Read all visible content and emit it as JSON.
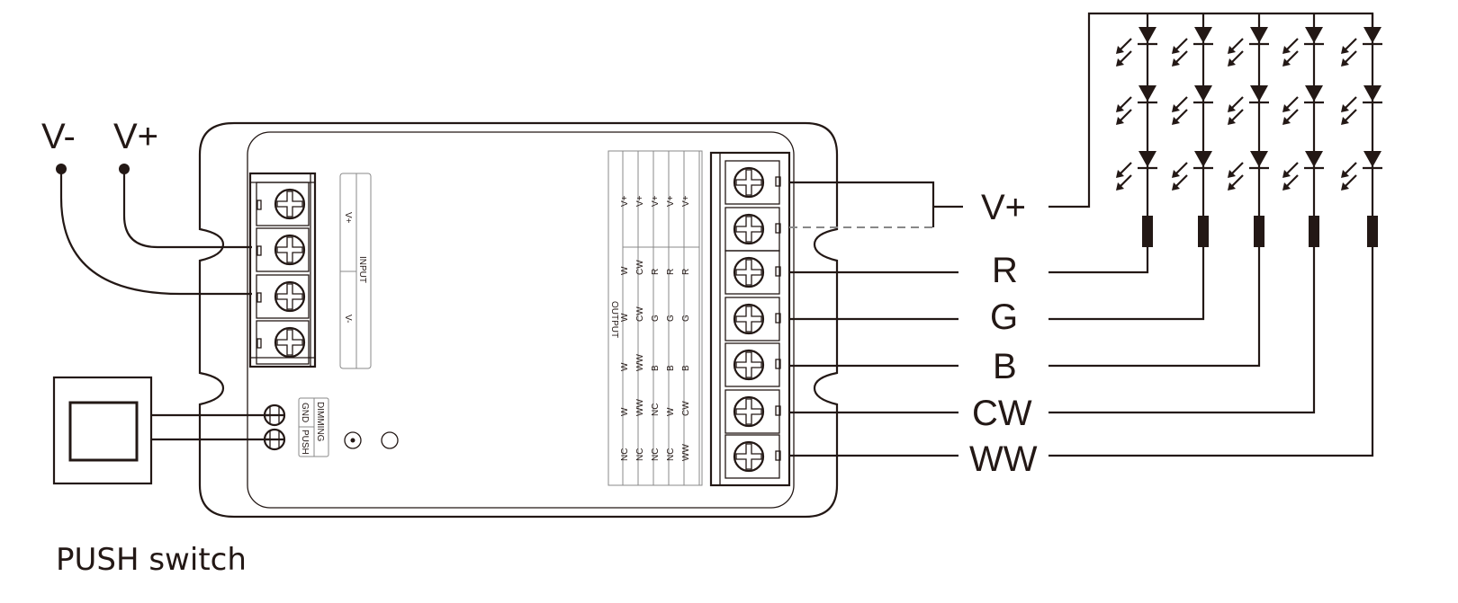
{
  "left_terminals": {
    "v_minus": "V-",
    "v_plus": "V+"
  },
  "push_switch_label": "PUSH switch",
  "input_label": {
    "title": "INPUT",
    "v_plus": "V+",
    "v_minus": "V-"
  },
  "dimming_label": {
    "title": "DIMMING",
    "gnd": "GND",
    "push": "PUSH"
  },
  "output_table": {
    "title": "OUTPUT",
    "columns": [
      [
        "NC",
        "W",
        "W",
        "W",
        "W",
        "V+"
      ],
      [
        "NC",
        "WW",
        "WW",
        "CW",
        "CW",
        "V+"
      ],
      [
        "NC",
        "NC",
        "B",
        "G",
        "R",
        "V+"
      ],
      [
        "NC",
        "W",
        "B",
        "G",
        "R",
        "V+"
      ],
      [
        "WW",
        "CW",
        "B",
        "G",
        "R",
        "V+"
      ]
    ]
  },
  "output_labels": [
    "V+",
    "R",
    "G",
    "B",
    "CW",
    "WW"
  ],
  "colors": {
    "line": "#231815",
    "dashed": "#888888"
  }
}
